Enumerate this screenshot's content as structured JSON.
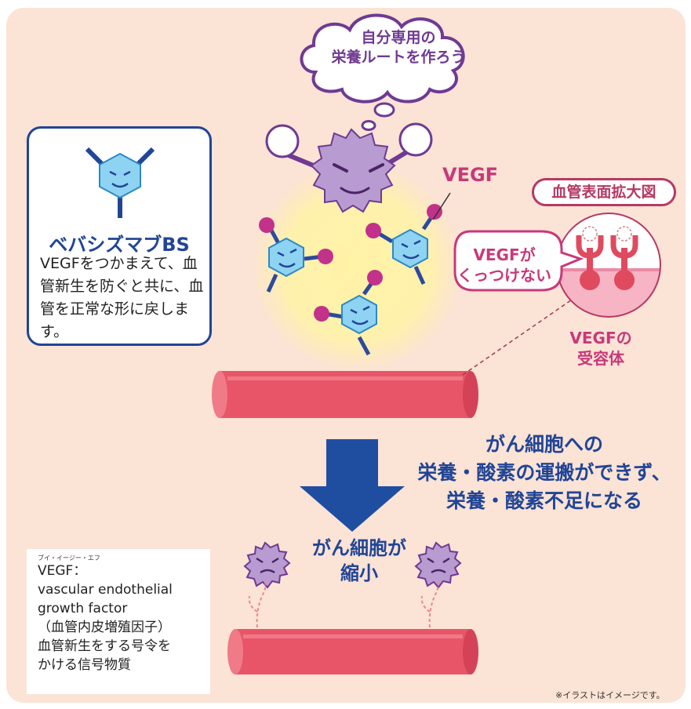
{
  "colors": {
    "background": "#fbe3d6",
    "navy": "#214596",
    "pink": "#c8397a",
    "purple": "#6f3a92",
    "vessel": "#e85568",
    "receptor": "#e04a5e",
    "hexagon": "#8fd3f2",
    "cancer_cell": "#b89bd0",
    "glow": "#fff3a6"
  },
  "drug": {
    "name": "ベバシズマブBS",
    "description": "VEGFをつかまえて、血管新生を防ぐと共に、血管を正常な形に戻します。"
  },
  "thought_bubble": {
    "line1": "自分専用の",
    "line2": "栄養ルートを作ろう"
  },
  "vegf_label": "VEGF",
  "receptor_panel": {
    "title": "血管表面拡大図",
    "speech_line1": "VEGFが",
    "speech_line2": "くっつけない",
    "caption_line1": "VEGFの",
    "caption_line2": "受容体"
  },
  "result": {
    "line1": "がん細胞への",
    "line2": "栄養・酸素の運搬ができず、",
    "line3": "栄養・酸素不足になる"
  },
  "shrink": {
    "line1": "がん細胞が",
    "line2": "縮小"
  },
  "glossary": {
    "ruby": "ブイ・イージー・エフ",
    "term": "VEGF：",
    "line1": "vascular endothelial",
    "line2": "growth factor",
    "line3": "（血管内皮増殖因子）",
    "line4": "血管新生をする号令を",
    "line5": "かける信号物質"
  },
  "note": "※イラストはイメージです。"
}
